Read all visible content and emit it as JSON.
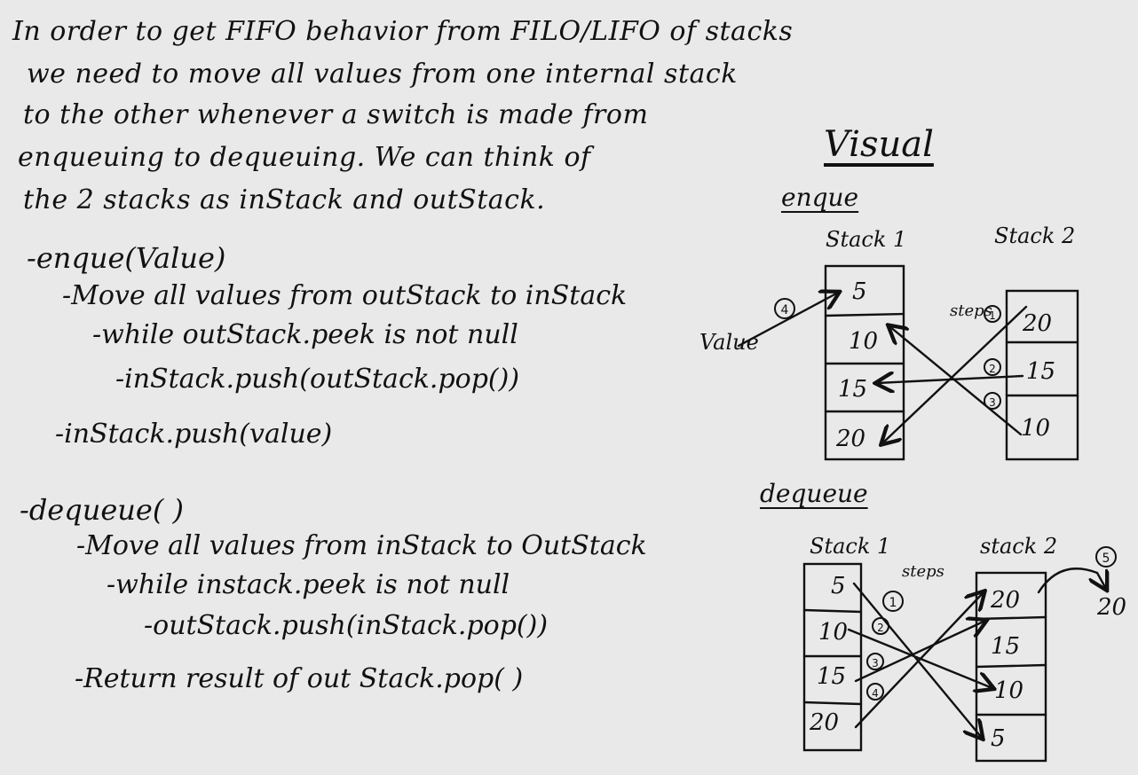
{
  "explanation": {
    "lines": [
      "In order to get FIFO behavior from FILO/LIFO of stacks",
      "we need to move all values from one internal stack",
      "to the other whenever a switch is made from",
      "enqueuing to dequeuing. We can think of",
      "the 2 stacks as inStack and outStack."
    ]
  },
  "enqueue_steps": {
    "title": "-enque(Value)",
    "step1": "-Move all values from outStack to inStack",
    "step1a": "-while outStack.peek is not null",
    "step1b": "-inStack.push(outStack.pop())",
    "step2": "-inStack.push(value)"
  },
  "dequeue_steps": {
    "title": "-dequeue( )",
    "step1": "-Move all values from inStack to OutStack",
    "step1a": "-while instack.peek is not null",
    "step1b": "-outStack.push(inStack.pop())",
    "step2": "-Return result of out Stack.pop( )"
  },
  "visual": {
    "title": "Visual",
    "enqueue": {
      "label": "enque",
      "stack1_label": "Stack 1",
      "stack2_label": "Stack 2",
      "stack1_values": [
        "5",
        "10",
        "15",
        "20"
      ],
      "stack2_values": [
        "20",
        "15",
        "10"
      ],
      "value_label": "Value",
      "steps_label": "steps",
      "step_circles": [
        "1",
        "2",
        "3",
        "4"
      ]
    },
    "dequeue": {
      "label": "dequeue",
      "stack1_label": "Stack 1",
      "stack2_label": "stack 2",
      "stack1_values": [
        "5",
        "10",
        "15",
        "20"
      ],
      "stack2_values": [
        "20",
        "15",
        "10",
        "5"
      ],
      "steps_label": "steps",
      "step_circles": [
        "1",
        "2",
        "3",
        "4",
        "5"
      ],
      "output_value": "20"
    }
  }
}
